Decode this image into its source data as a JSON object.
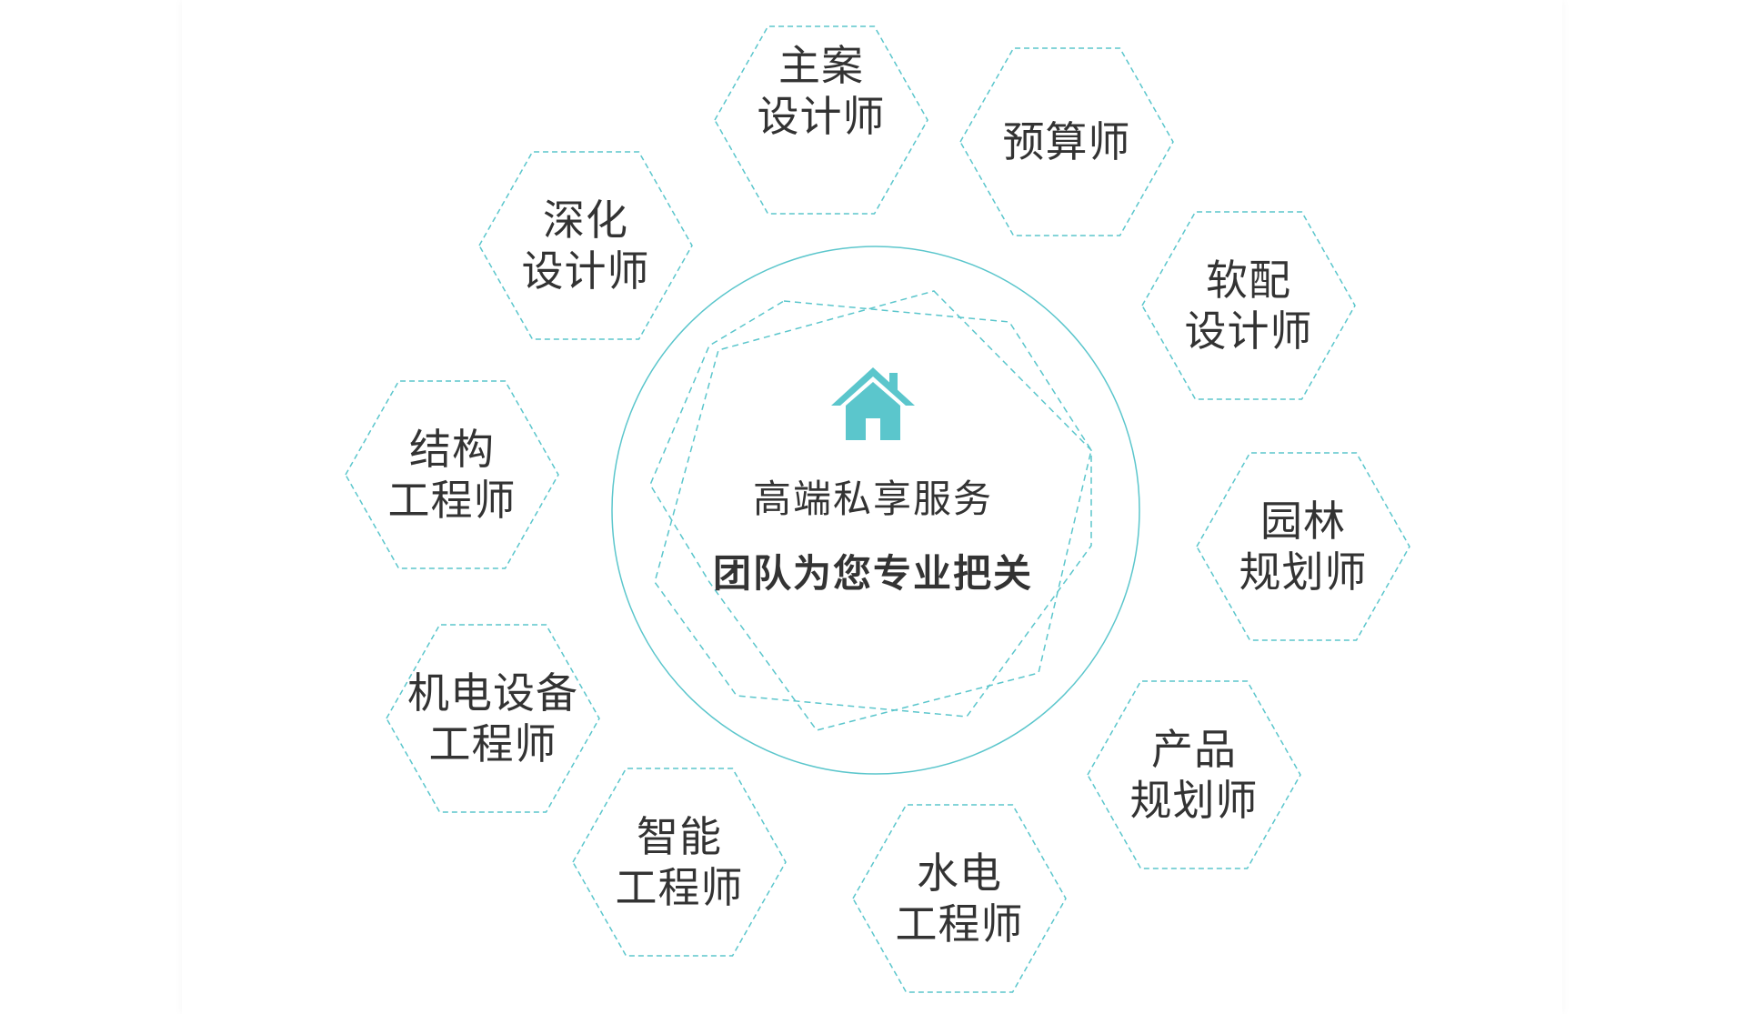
{
  "colors": {
    "accent": "#5bc6cc",
    "text": "#333333"
  },
  "center": {
    "icon": "house-icon",
    "title": "高端私享服务",
    "subtitle": "团队为您专业把关"
  },
  "roles": [
    {
      "id": "lead-designer",
      "line1": "主案",
      "line2": "设计师"
    },
    {
      "id": "budget",
      "line1": "预算师",
      "line2": ""
    },
    {
      "id": "soft-furnishing",
      "line1": "软配",
      "line2": "设计师"
    },
    {
      "id": "landscape",
      "line1": "园林",
      "line2": "规划师"
    },
    {
      "id": "product",
      "line1": "产品",
      "line2": "规划师"
    },
    {
      "id": "plumbing-electrical",
      "line1": "水电",
      "line2": "工程师"
    },
    {
      "id": "smart",
      "line1": "智能",
      "line2": "工程师"
    },
    {
      "id": "mep",
      "line1": "机电设备",
      "line2": "工程师"
    },
    {
      "id": "structural",
      "line1": "结构",
      "line2": "工程师"
    },
    {
      "id": "detail-design",
      "line1": "深化",
      "line2": "设计师"
    }
  ]
}
